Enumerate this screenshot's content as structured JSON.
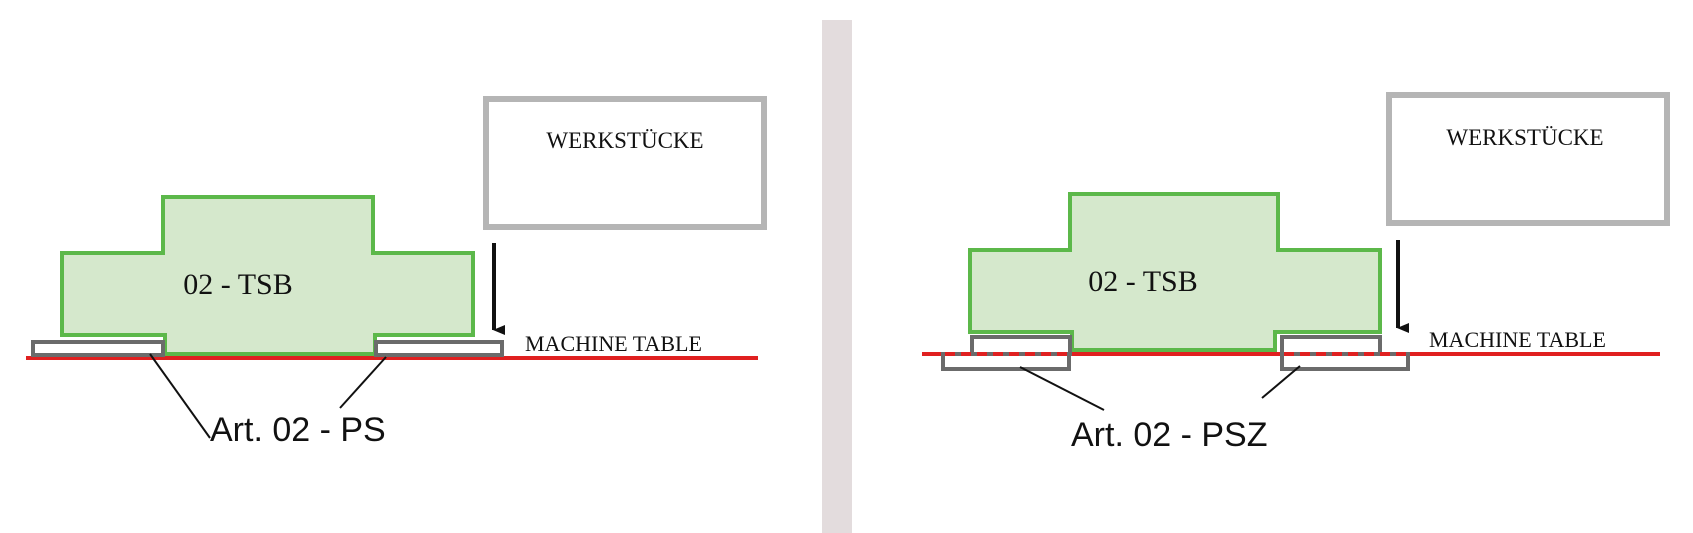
{
  "left": {
    "workpiece_label": "WERKSTÜCKE",
    "tsb_label": "02 - TSB",
    "table_label": "MACHINE TABLE",
    "pad_label": "Art. 02 - PS"
  },
  "right": {
    "workpiece_label": "WERKSTÜCKE",
    "tsb_label": "02 - TSB",
    "table_label": "MACHINE TABLE",
    "pad_label": "Art. 02 - PSZ"
  },
  "colors": {
    "tsb_fill": "#d5e8cc",
    "tsb_stroke": "#5cb84a",
    "table_line": "#e02020",
    "pad_stroke": "#6b6b6b",
    "workpiece_stroke": "#b5b5b5",
    "divider": "#e3dcdd",
    "arrow": "#111111"
  }
}
